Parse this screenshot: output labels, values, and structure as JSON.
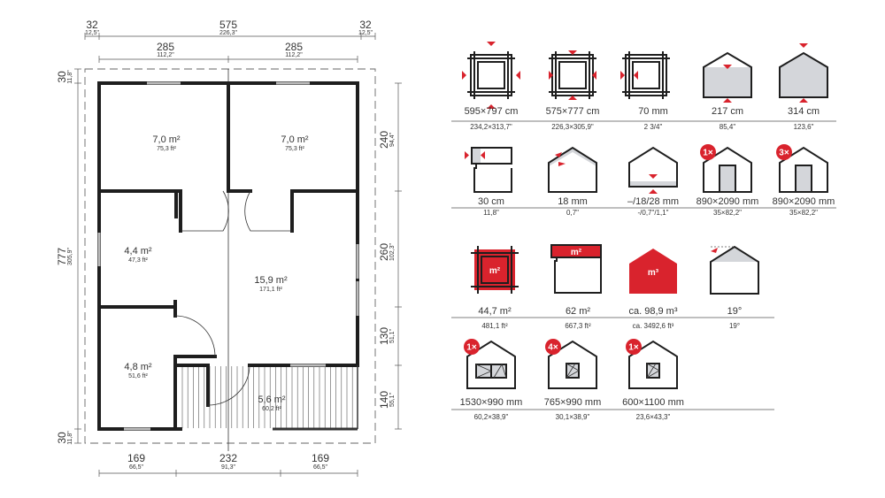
{
  "plan": {
    "top_dims": [
      {
        "cm": "32",
        "in": "12,5\""
      },
      {
        "cm": "575",
        "in": "226,3\""
      },
      {
        "cm": "32",
        "in": "12,5\""
      }
    ],
    "top_dims_2": [
      {
        "cm": "285",
        "in": "112,2\""
      },
      {
        "cm": "285",
        "in": "112,2\""
      }
    ],
    "left_dims": [
      {
        "cm": "30",
        "in": "11,8\""
      },
      {
        "cm": "777",
        "in": "305,9\""
      },
      {
        "cm": "30",
        "in": "11,8\""
      }
    ],
    "right_dims": [
      {
        "cm": "240",
        "in": "94,4\""
      },
      {
        "cm": "260",
        "in": "102,3\""
      },
      {
        "cm": "130",
        "in": "51,1\""
      },
      {
        "cm": "140",
        "in": "55,1\""
      }
    ],
    "bottom_dims": [
      {
        "cm": "169",
        "in": "66,5\""
      },
      {
        "cm": "232",
        "in": "91,3\""
      },
      {
        "cm": "169",
        "in": "66,5\""
      }
    ],
    "rooms": [
      {
        "m2": "7,0 m²",
        "ft2": "75,3 ft²"
      },
      {
        "m2": "7,0 m²",
        "ft2": "75,3 ft²"
      },
      {
        "m2": "4,4 m²",
        "ft2": "47,3 ft²"
      },
      {
        "m2": "15,9 m²",
        "ft2": "171,1 ft²"
      },
      {
        "m2": "4,8 m²",
        "ft2": "51,6 ft²"
      },
      {
        "m2": "5,6 m²",
        "ft2": "60,2 ft²"
      }
    ]
  },
  "specs": [
    {
      "icon": "outer-footprint-icon",
      "metric": "595×797 cm",
      "imperial": "234,2×313,7\""
    },
    {
      "icon": "inner-footprint-icon",
      "metric": "575×777 cm",
      "imperial": "226,3×305,9\""
    },
    {
      "icon": "wall-thickness-icon",
      "metric": "70 mm",
      "imperial": "2  3/4\""
    },
    {
      "icon": "wall-height-icon",
      "metric": "217 cm",
      "imperial": "85,4\""
    },
    {
      "icon": "ridge-height-icon",
      "metric": "314 cm",
      "imperial": "123,6\""
    },
    {
      "icon": "roof-overhang-icon",
      "metric": "30 cm",
      "imperial": "11,8\""
    },
    {
      "icon": "roof-thickness-icon",
      "metric": "18 mm",
      "imperial": "0,7\""
    },
    {
      "icon": "floor-thickness-icon",
      "metric": "–/18/28 mm",
      "imperial": "-/0,7\"/1,1\""
    },
    {
      "icon": "door-icon",
      "badge": "1×",
      "metric": "890×2090 mm",
      "imperial": "35×82,2\""
    },
    {
      "icon": "door-icon",
      "badge": "3×",
      "metric": "890×2090 mm",
      "imperial": "35×82,2\""
    },
    {
      "icon": "floor-area-icon",
      "badge_text": "m²",
      "metric": "44,7 m²",
      "imperial": "481,1 ft²"
    },
    {
      "icon": "roof-area-icon",
      "badge_text": "m²",
      "metric": "62 m²",
      "imperial": "667,3 ft²"
    },
    {
      "icon": "volume-icon",
      "badge_text": "m³",
      "metric": "ca. 98,9 m³",
      "imperial": "ca. 3492,6 ft³"
    },
    {
      "icon": "roof-pitch-icon",
      "metric": "19°",
      "imperial": "19°"
    },
    {
      "icon": "double-window-icon",
      "badge": "1×",
      "metric": "1530×990 mm",
      "imperial": "60,2×38,9\""
    },
    {
      "icon": "window-icon",
      "badge": "4×",
      "metric": "765×990 mm",
      "imperial": "30,1×38,9\""
    },
    {
      "icon": "window-icon",
      "badge": "1×",
      "metric": "600×1100 mm",
      "imperial": "23,6×43,3\""
    }
  ],
  "colors": {
    "accent": "#d9232d",
    "wall": "#1e1e1e",
    "fill": "#d4d6da"
  }
}
